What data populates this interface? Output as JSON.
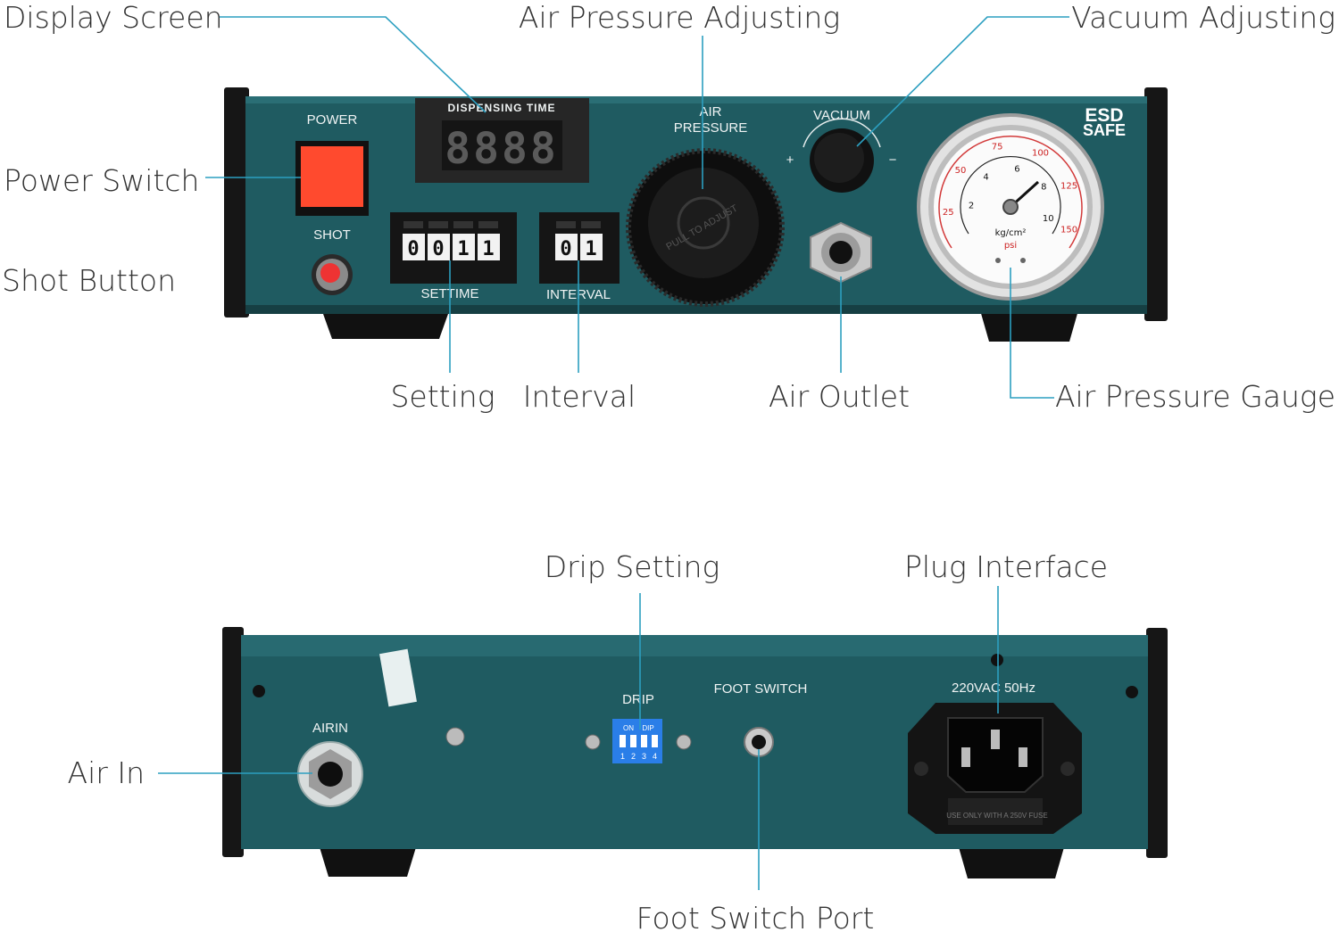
{
  "callouts": {
    "display_screen": "Display Screen",
    "air_pressure_adjusting": "Air Pressure Adjusting",
    "vacuum_adjusting": "Vacuum Adjusting",
    "power_switch": "Power Switch",
    "shot_button": "Shot Button",
    "setting": "Setting",
    "interval": "Interval",
    "air_outlet": "Air Outlet",
    "air_pressure_gauge": "Air Pressure Gauge",
    "drip_setting": "Drip Setting",
    "plug_interface": "Plug Interface",
    "air_in": "Air In",
    "foot_switch_port": "Foot Switch Port"
  },
  "front_panel": {
    "power": "POWER",
    "shot": "SHOT",
    "dispensing_time": "DISPENSING TIME",
    "display_digits": "8888",
    "settime": "SETTIME",
    "settime_digits": [
      "0",
      "0",
      "1",
      "1"
    ],
    "interval": "INTERVAL",
    "interval_digits": [
      "0",
      "1"
    ],
    "air_pressure_line1": "AIR",
    "air_pressure_line2": "PRESSURE",
    "knob_text": "PULL TO ADJUST",
    "vacuum": "VACUUM",
    "plus": "+",
    "minus": "−",
    "esd_line1": "ESD",
    "esd_line2": "SAFE",
    "gauge": {
      "psi_ticks": [
        "25",
        "50",
        "75",
        "100",
        "125",
        "150"
      ],
      "kg_ticks": [
        "2",
        "4",
        "6",
        "8",
        "10"
      ],
      "unit_kg": "kg/cm²",
      "unit_psi": "psi"
    }
  },
  "rear_panel": {
    "air_in": "AIRIN",
    "drip": "DRIP",
    "dip_on": "ON",
    "dip_label": "DIP",
    "dip_numbers": [
      "1",
      "2",
      "3",
      "4"
    ],
    "foot_switch": "FOOT SWITCH",
    "voltage": "220VAC 50Hz",
    "fuse_text": "USE ONLY WITH A 250V FUSE"
  },
  "colors": {
    "panel": "#1f5b61",
    "panel_dark": "#174a4f",
    "leader": "#2c9fc0",
    "power_button": "#ff4a2e",
    "digit_red": "#ff5050"
  }
}
